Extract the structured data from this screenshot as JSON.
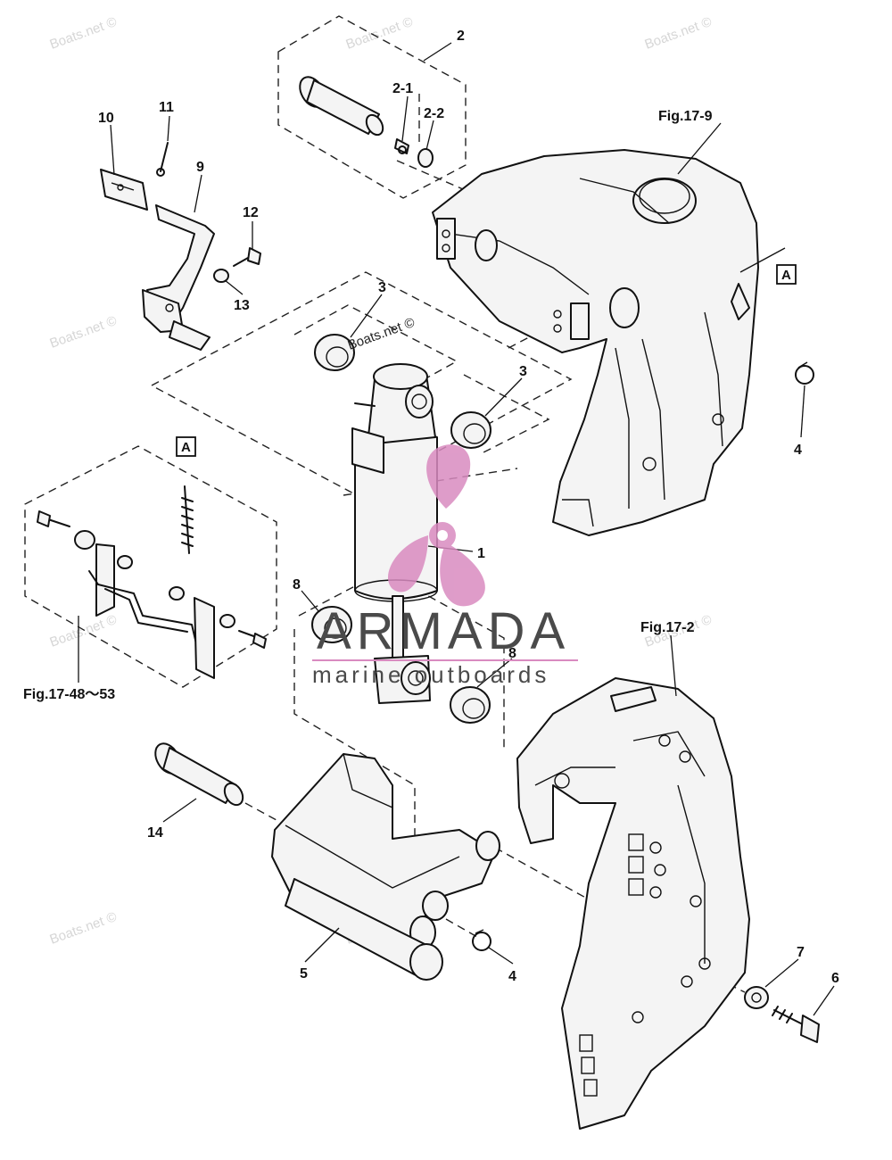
{
  "watermark": {
    "site_text": "Boats.net ©",
    "brand_name": "ARMADA",
    "brand_tagline": "marine outboards",
    "brand_color": "#d98bc0",
    "text_color": "#4a4a4a"
  },
  "figure_refs": {
    "fig_17_9": "Fig.17-9",
    "fig_17_2": "Fig.17-2",
    "fig_17_48_53": "Fig.17-48～53"
  },
  "reference_marks": {
    "a_top": "A",
    "a_left": "A"
  },
  "callouts": {
    "c1": "1",
    "c2": "2",
    "c2_1": "2-1",
    "c2_2": "2-2",
    "c3a": "3",
    "c3b": "3",
    "c4a": "4",
    "c4b": "4",
    "c5": "5",
    "c6": "6",
    "c7": "7",
    "c8a": "8",
    "c8b": "8",
    "c9": "9",
    "c10": "10",
    "c11": "11",
    "c12": "12",
    "c13": "13",
    "c14": "14"
  }
}
